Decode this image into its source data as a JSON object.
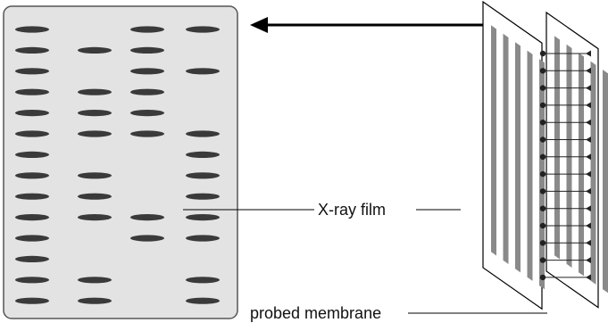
{
  "labels": {
    "xray_film": "X-ray film",
    "probed_membrane": "probed membrane"
  },
  "colors": {
    "film_fill": "#e3e3e3",
    "film_border": "#555555",
    "band": "#3a3a3a",
    "membrane_stripe": "#8a8a8a",
    "line": "#000000"
  },
  "film": {
    "lanes": 4,
    "rows": 14,
    "band_matrix": [
      [
        1,
        0,
        1,
        1
      ],
      [
        1,
        1,
        1,
        0
      ],
      [
        1,
        0,
        1,
        1
      ],
      [
        1,
        1,
        1,
        0
      ],
      [
        1,
        1,
        1,
        0
      ],
      [
        1,
        1,
        1,
        1
      ],
      [
        1,
        0,
        0,
        1
      ],
      [
        1,
        1,
        0,
        1
      ],
      [
        1,
        1,
        0,
        1
      ],
      [
        1,
        1,
        1,
        1
      ],
      [
        1,
        0,
        1,
        1
      ],
      [
        1,
        0,
        0,
        0
      ],
      [
        1,
        1,
        0,
        1
      ],
      [
        1,
        1,
        0,
        1
      ]
    ]
  },
  "membrane": {
    "stripes": 5,
    "probe_connections": 14
  }
}
